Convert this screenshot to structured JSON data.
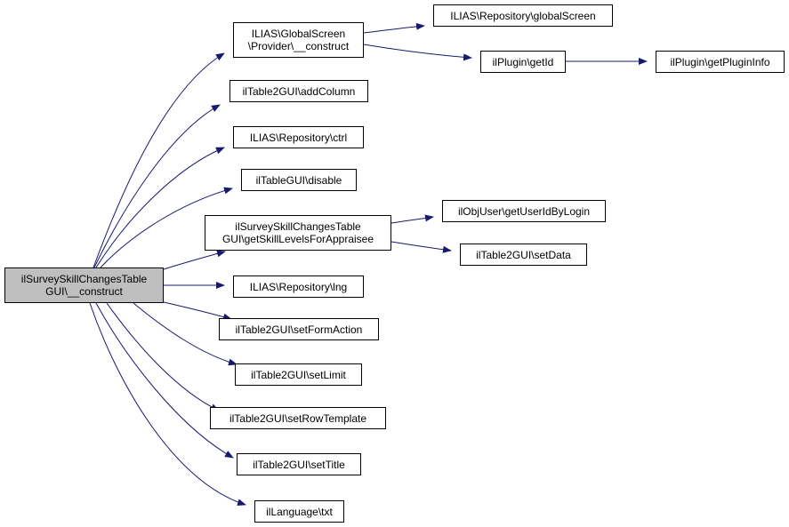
{
  "colors": {
    "edge": "#191970",
    "node_border": "#000000",
    "root_fill": "#bfbfbf",
    "node_fill": "#ffffff"
  },
  "nodes": {
    "root": {
      "line1": "ilSurveySkillChangesTable",
      "line2": "GUI\\__construct"
    },
    "gs_construct": {
      "line1": "ILIAS\\GlobalScreen",
      "line2": "\\Provider\\__construct"
    },
    "add_column": {
      "label": "ilTable2GUI\\addColumn"
    },
    "ctrl": {
      "label": "ILIAS\\Repository\\ctrl"
    },
    "disable": {
      "label": "ilTableGUI\\disable"
    },
    "get_skill_levels": {
      "line1": "ilSurveySkillChangesTable",
      "line2": "GUI\\getSkillLevelsForAppraisee"
    },
    "lng": {
      "label": "ILIAS\\Repository\\lng"
    },
    "set_form_action": {
      "label": "ilTable2GUI\\setFormAction"
    },
    "set_limit": {
      "label": "ilTable2GUI\\setLimit"
    },
    "set_row_template": {
      "label": "ilTable2GUI\\setRowTemplate"
    },
    "set_title": {
      "label": "ilTable2GUI\\setTitle"
    },
    "txt": {
      "label": "ilLanguage\\txt"
    },
    "global_screen": {
      "label": "ILIAS\\Repository\\globalScreen"
    },
    "get_id": {
      "label": "ilPlugin\\getId"
    },
    "get_plugin_info": {
      "label": "ilPlugin\\getPluginInfo"
    },
    "get_user_id": {
      "label": "ilObjUser\\getUserIdByLogin"
    },
    "set_data": {
      "label": "ilTable2GUI\\setData"
    }
  },
  "edges": [
    {
      "from": "root",
      "to": "gs_construct"
    },
    {
      "from": "root",
      "to": "add_column"
    },
    {
      "from": "root",
      "to": "ctrl"
    },
    {
      "from": "root",
      "to": "disable"
    },
    {
      "from": "root",
      "to": "get_skill_levels"
    },
    {
      "from": "root",
      "to": "lng"
    },
    {
      "from": "root",
      "to": "set_form_action"
    },
    {
      "from": "root",
      "to": "set_limit"
    },
    {
      "from": "root",
      "to": "set_row_template"
    },
    {
      "from": "root",
      "to": "set_title"
    },
    {
      "from": "root",
      "to": "txt"
    },
    {
      "from": "gs_construct",
      "to": "global_screen"
    },
    {
      "from": "gs_construct",
      "to": "get_id"
    },
    {
      "from": "get_id",
      "to": "get_plugin_info"
    },
    {
      "from": "get_skill_levels",
      "to": "get_user_id"
    },
    {
      "from": "get_skill_levels",
      "to": "set_data"
    }
  ]
}
